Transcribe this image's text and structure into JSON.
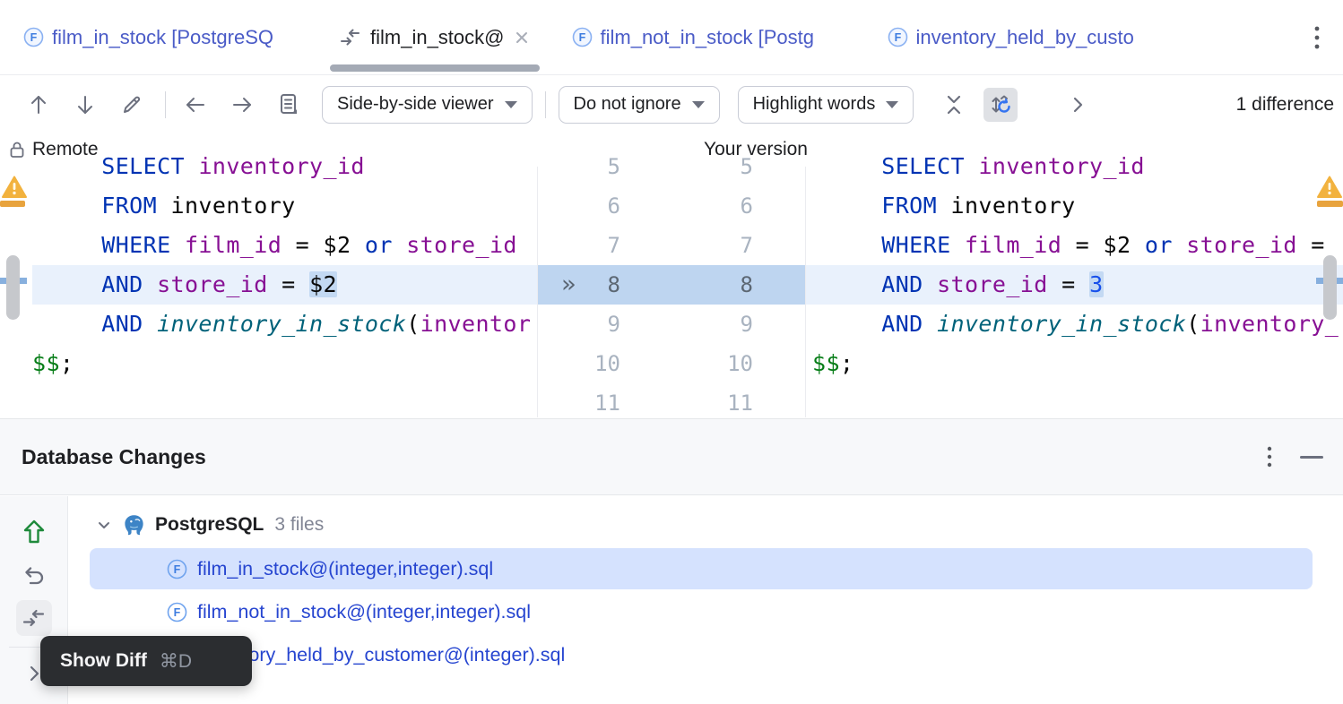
{
  "colors": {
    "accent_blue": "#3574F0",
    "tab_link_blue": "#4A5BC7",
    "file_link_blue": "#2645D0",
    "warning_amber": "#EFAF41",
    "selection_blue": "#D5E2FE",
    "diff_line_highlight": "#E9F1FC",
    "diff_word_highlight": "#C3D9F3",
    "gutter_band_blue": "#BED5F0"
  },
  "tab_bar": {
    "tabs": [
      {
        "label": "film_in_stock [PostgreSQ",
        "icon": "function",
        "active": false
      },
      {
        "label": "film_in_stock@",
        "icon": "diff",
        "active": true,
        "closable": true
      },
      {
        "label": "film_not_in_stock [Postg",
        "icon": "function",
        "active": false
      },
      {
        "label": "inventory_held_by_custo",
        "icon": "function",
        "active": false
      }
    ],
    "overflow_icon": "kebab-vertical"
  },
  "toolbar": {
    "icons": [
      "arrow-up",
      "arrow-down",
      "edit-pencil",
      "arrow-left",
      "arrow-right",
      "changed-lines-list",
      "collapse-unchanged",
      "sync-scrolling",
      "chevron-right"
    ],
    "viewer_mode": "Side-by-side viewer",
    "ignore_mode": "Do not ignore",
    "highlight_mode": "Highlight words",
    "difference_count": "1 difference"
  },
  "diff": {
    "left_title": "Remote",
    "left_locked": true,
    "right_title": "Your version",
    "left": {
      "lines": [
        {
          "t": [
            [
              "     ",
              "pl"
            ],
            [
              "SELECT",
              "kw"
            ],
            [
              " ",
              "pl"
            ],
            [
              "inventory_id",
              "id"
            ]
          ]
        },
        {
          "t": [
            [
              "     ",
              "pl"
            ],
            [
              "FROM",
              "kw"
            ],
            [
              " ",
              "pl"
            ],
            [
              "inventory",
              "pl"
            ]
          ]
        },
        {
          "t": [
            [
              "     ",
              "pl"
            ],
            [
              "WHERE",
              "kw"
            ],
            [
              " ",
              "pl"
            ],
            [
              "film_id",
              "id"
            ],
            [
              " = $2 ",
              "pl"
            ],
            [
              "or",
              "kw"
            ],
            [
              " ",
              "pl"
            ],
            [
              "store_id",
              "id"
            ]
          ]
        },
        {
          "hl": true,
          "t": [
            [
              "     ",
              "pl"
            ],
            [
              "AND",
              "kw"
            ],
            [
              " ",
              "pl"
            ],
            [
              "store_id",
              "id"
            ],
            [
              " = ",
              "pl"
            ],
            [
              "$2",
              "pl hlw"
            ]
          ]
        },
        {
          "t": [
            [
              "     ",
              "pl"
            ],
            [
              "AND",
              "kw"
            ],
            [
              " ",
              "pl"
            ],
            [
              "inventory_in_stock",
              "fn"
            ],
            [
              "(",
              "pl"
            ],
            [
              "inventor",
              "id"
            ]
          ]
        },
        {
          "t": [
            [
              "$$",
              "dl"
            ],
            [
              ";",
              "pl"
            ]
          ]
        },
        {
          "t": []
        }
      ]
    },
    "right": {
      "lines": [
        {
          "t": [
            [
              "     ",
              "pl"
            ],
            [
              "SELECT",
              "kw"
            ],
            [
              " ",
              "pl"
            ],
            [
              "inventory_id",
              "id"
            ]
          ]
        },
        {
          "t": [
            [
              "     ",
              "pl"
            ],
            [
              "FROM",
              "kw"
            ],
            [
              " ",
              "pl"
            ],
            [
              "inventory",
              "pl"
            ]
          ]
        },
        {
          "t": [
            [
              "     ",
              "pl"
            ],
            [
              "WHERE",
              "kw"
            ],
            [
              " ",
              "pl"
            ],
            [
              "film_id",
              "id"
            ],
            [
              " = $2 ",
              "pl"
            ],
            [
              "or",
              "kw"
            ],
            [
              " ",
              "pl"
            ],
            [
              "store_id",
              "id"
            ],
            [
              " =",
              "pl"
            ]
          ]
        },
        {
          "hl": true,
          "t": [
            [
              "     ",
              "pl"
            ],
            [
              "AND",
              "kw"
            ],
            [
              " ",
              "pl"
            ],
            [
              "store_id",
              "id"
            ],
            [
              " = ",
              "pl"
            ],
            [
              "3",
              "num hlw"
            ]
          ]
        },
        {
          "t": [
            [
              "     ",
              "pl"
            ],
            [
              "AND",
              "kw"
            ],
            [
              " ",
              "pl"
            ],
            [
              "inventory_in_stock",
              "fn"
            ],
            [
              "(",
              "pl"
            ],
            [
              "inventory_",
              "id"
            ]
          ]
        },
        {
          "t": [
            [
              "$$",
              "dl"
            ],
            [
              ";",
              "pl"
            ]
          ]
        },
        {
          "t": []
        }
      ]
    },
    "gutter": {
      "marker": "»",
      "rows": [
        {
          "l": "5",
          "r": "5"
        },
        {
          "l": "6",
          "r": "6"
        },
        {
          "l": "7",
          "r": "7"
        },
        {
          "l": "8",
          "r": "8",
          "hl": true
        },
        {
          "l": "9",
          "r": "9"
        },
        {
          "l": "10",
          "r": "10"
        },
        {
          "l": "11",
          "r": "11"
        }
      ]
    }
  },
  "changes_panel": {
    "title": "Database Changes",
    "group": {
      "name": "PostgreSQL",
      "count_label": "3 files"
    },
    "files": [
      "film_in_stock@(integer,integer).sql",
      "film_not_in_stock@(integer,integer).sql",
      "inventory_held_by_customer@(integer).sql"
    ],
    "selected_file_index": 0
  },
  "tooltip": {
    "label": "Show Diff",
    "shortcut": "⌘D"
  }
}
